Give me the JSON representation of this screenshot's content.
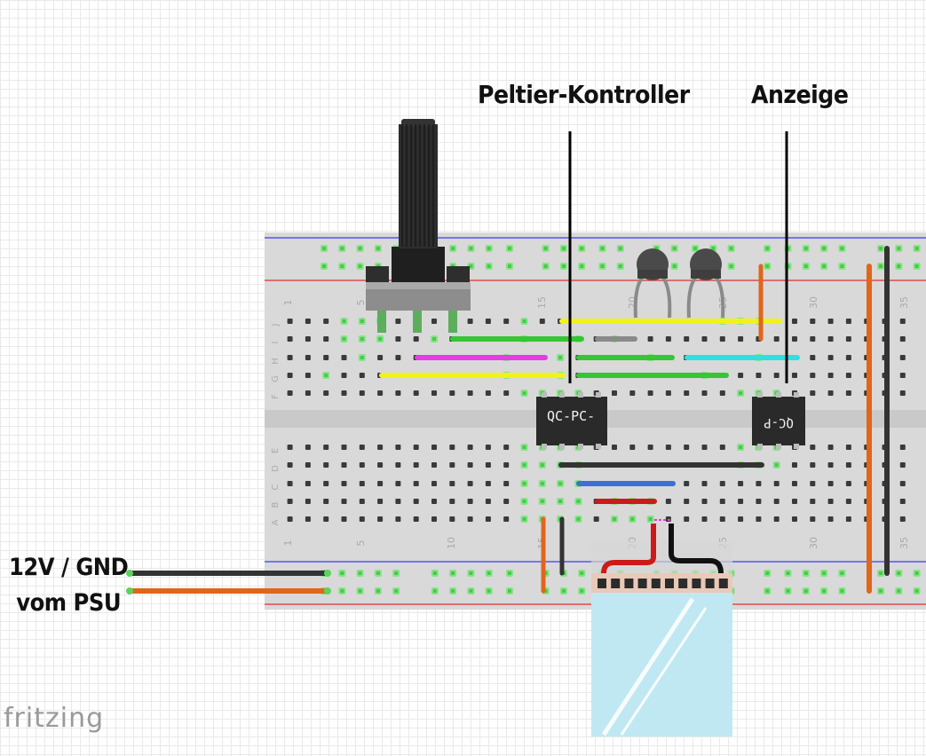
{
  "labels": {
    "peltier_controller": "Peltier-Kontroller",
    "display": "Anzeige",
    "psu_line1": "12V / GND",
    "psu_line2": "vom PSU",
    "brand": "fritzing"
  },
  "chips": {
    "controller_text": "QC-PC-",
    "display_text": "QC-P"
  },
  "breadboard": {
    "row_letters_top": [
      "J",
      "I",
      "H",
      "G",
      "F"
    ],
    "row_letters_bottom": [
      "E",
      "D",
      "C",
      "B",
      "A"
    ],
    "column_numbers": [
      "1",
      "5",
      "10",
      "15",
      "20",
      "25",
      "30",
      "35"
    ]
  },
  "colors": {
    "board": "#d9d9d9",
    "rail_blue": "#3a3aff",
    "rail_red": "#e03030",
    "wire_orange": "#e0661a",
    "wire_black": "#333333",
    "wire_green": "#35c535",
    "wire_yellow": "#f2f218",
    "wire_magenta": "#e63ce6",
    "wire_cyan": "#2ee0e0",
    "wire_blue": "#3d6fd9",
    "wire_red": "#cc1a1a",
    "wire_gray": "#8a8a8a",
    "chip": "#2a2a2a"
  }
}
